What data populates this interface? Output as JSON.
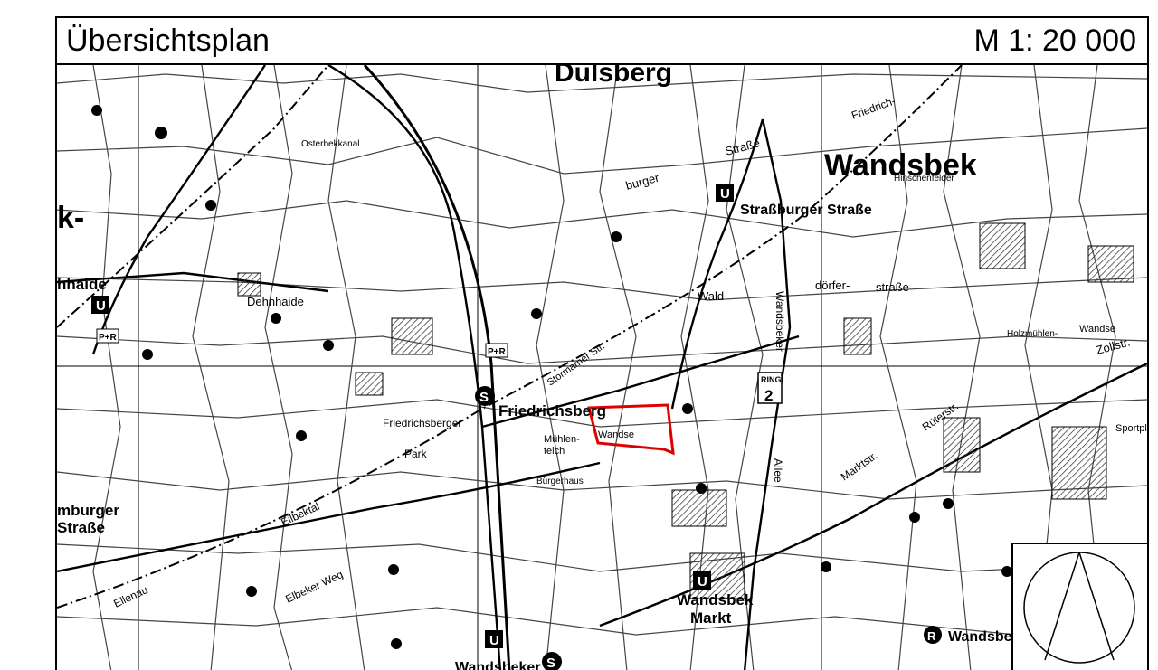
{
  "header": {
    "title": "Übersichtsplan",
    "scale": "M 1: 20 000"
  },
  "colors": {
    "highlight": "#e00000",
    "ink": "#000000"
  },
  "labels": {
    "dulsberg": "Dulsberg",
    "wandsbek": "Wandsbek",
    "strassburger_station": "Straßburger Straße",
    "friedrichsberg": "Friedrichsberg",
    "wandsbek_markt": "Wandsbek",
    "markt": "Markt",
    "dehnhaide": "Dehnhaide",
    "dehnhaide_edge": "hhaide",
    "hamburger_edge": "mburger",
    "strasse_edge": "Straße",
    "k_edge": "k-",
    "wandse_red": "Wandse",
    "wandse_east": "Wandse",
    "muehlenteich": "Mühlen-",
    "muehlenteich2": "teich",
    "friedrichsberger_park": "Friedrichsberger",
    "park": "Park",
    "osterbekkanal": "Osterbekkanal",
    "stormarner": "Stormarner Str.",
    "wald": "Wald-",
    "doerfer": "dörfer-",
    "strasse": "straße",
    "wandsbeker": "Wandsbeker",
    "allee": "Allee",
    "zollstr": "Zollstr.",
    "ruterstr": "Rüterstr.",
    "markstr": "Marktstr.",
    "elbeker_weg": "Elbeker Weg",
    "eilbektal": "Eilbektal",
    "ellenau": "Ellenau",
    "sportpl": "Sportpl.",
    "buergerhaus": "Bürgerhaus",
    "ring": "RING",
    "ring_num": "2",
    "wandsbek_sw": "Wandsbeker",
    "wandsbek_se": "Wandsbe",
    "burger": "burger",
    "strasse2": "Straße",
    "friedrich": "Friedrich-",
    "hinschenfelder": "Hinschenfelder",
    "holzmuehlen": "Holzmühlen-",
    "u": "U",
    "s": "S",
    "r": "R",
    "pr": "P+R"
  }
}
